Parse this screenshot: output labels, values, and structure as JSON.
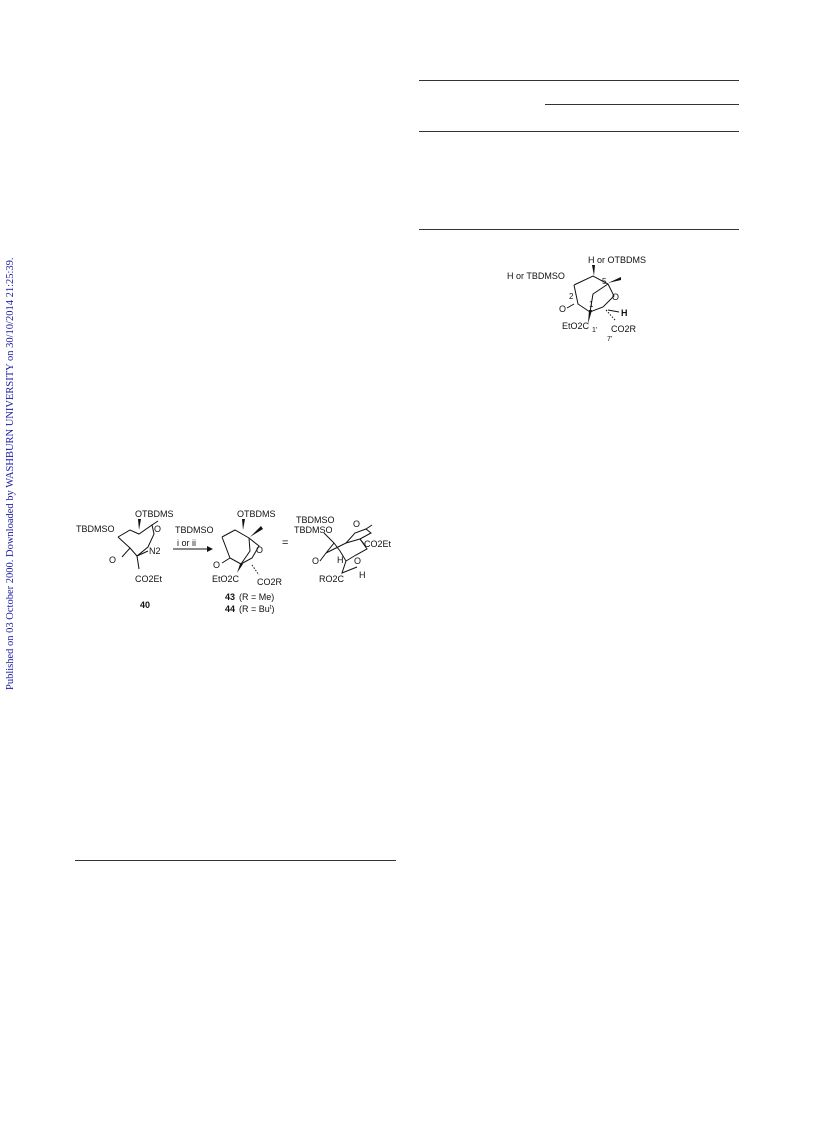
{
  "sidebar": {
    "published_note": "Published on 03 October 2000. Downloaded by WASHBURN UNIVERSITY on 30/10/2014 21:25:39.",
    "accent_color": "#1a1aa6"
  },
  "scheme_top_right": {
    "h_or_otbdms": "H or OTBDMS",
    "h_or_tbdmso": "H or TBDMSO",
    "n5": "5",
    "n2": "2",
    "n1": "1",
    "o_ring": "O",
    "o_keto": "O",
    "h": "H",
    "eto2c": "EtO2C",
    "sub_1p": "1'",
    "co2r": "CO2R",
    "sub_7p": "7'"
  },
  "scheme_bottom_left": {
    "c40_otbdms": "OTBDMS",
    "c40_tbdmso": "TBDMSO",
    "c40_o_top": "O",
    "c40_o_keto": "O",
    "c40_n2": "N2",
    "c40_co2et": "CO2Et",
    "label_40": "40",
    "reagent": "i or ii",
    "c43_otbdms": "OTBDMS",
    "c43_tbdmso": "TBDMSO",
    "c43_o_keto": "O",
    "c43_o_ring": "O",
    "c43_eto2c": "EtO2C",
    "c43_co2r": "CO2R",
    "label_43": "43",
    "label_43_r": "(R = Me)",
    "label_44": "44",
    "label_44_r": "(R = Bu",
    "label_44_sup": "t",
    "label_44_close": ")",
    "equals": "=",
    "c3d_tbdmso_a": "TBDMSO",
    "c3d_tbdmso_b": "TBDMSO",
    "c3d_o_top": "O",
    "c3d_o_keto": "O",
    "c3d_o_ring": "O",
    "c3d_co2et": "CO2Et",
    "c3d_h1": "H",
    "c3d_h2": "H",
    "c3d_ro2c": "RO2C"
  }
}
